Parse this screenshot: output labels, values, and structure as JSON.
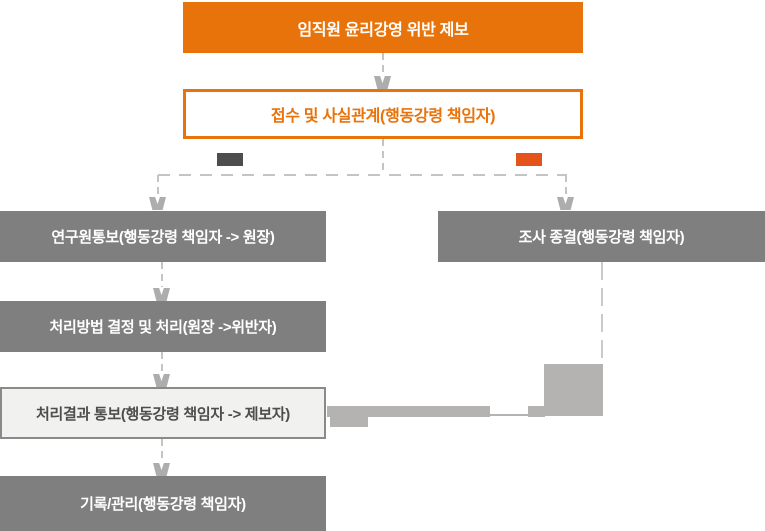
{
  "flowchart": {
    "title_box": {
      "label": "임직원 윤리강영 위반 제보"
    },
    "receipt_box": {
      "label": "접수 및 사실관계(행동강령 책임자)"
    },
    "legend": {
      "dark_chip_color": "#4D4D4D",
      "orange_chip_color": "#E5531D"
    },
    "left_branch": {
      "steps": [
        {
          "label": "연구원통보(행동강령 책임자 -> 원장)",
          "style": "solid-gray"
        },
        {
          "label": "처리방법 결정 및 처리(원장 ->위반자)",
          "style": "solid-gray"
        },
        {
          "label": "처리결과 통보(행동강령 책임자 -> 제보자)",
          "style": "outlined-light"
        },
        {
          "label": "기록/관리(행동강령 책임자)",
          "style": "solid-gray"
        }
      ]
    },
    "right_branch": {
      "steps": [
        {
          "label": "조사 종결(행동강령 책임자)",
          "style": "solid-gray"
        }
      ]
    },
    "colors": {
      "accent_orange": "#E8730A",
      "accent_orange_chip": "#E5531D",
      "gray_box": "#7F7F7F",
      "light_box_bg": "#F1F1F0",
      "light_box_border": "#8A8A8A",
      "dark_chip": "#4D4D4D",
      "dashed_connector": "#C4C4C4",
      "connector_block": "#B5B3B2",
      "arrow_gray": "#ADADAD"
    }
  }
}
